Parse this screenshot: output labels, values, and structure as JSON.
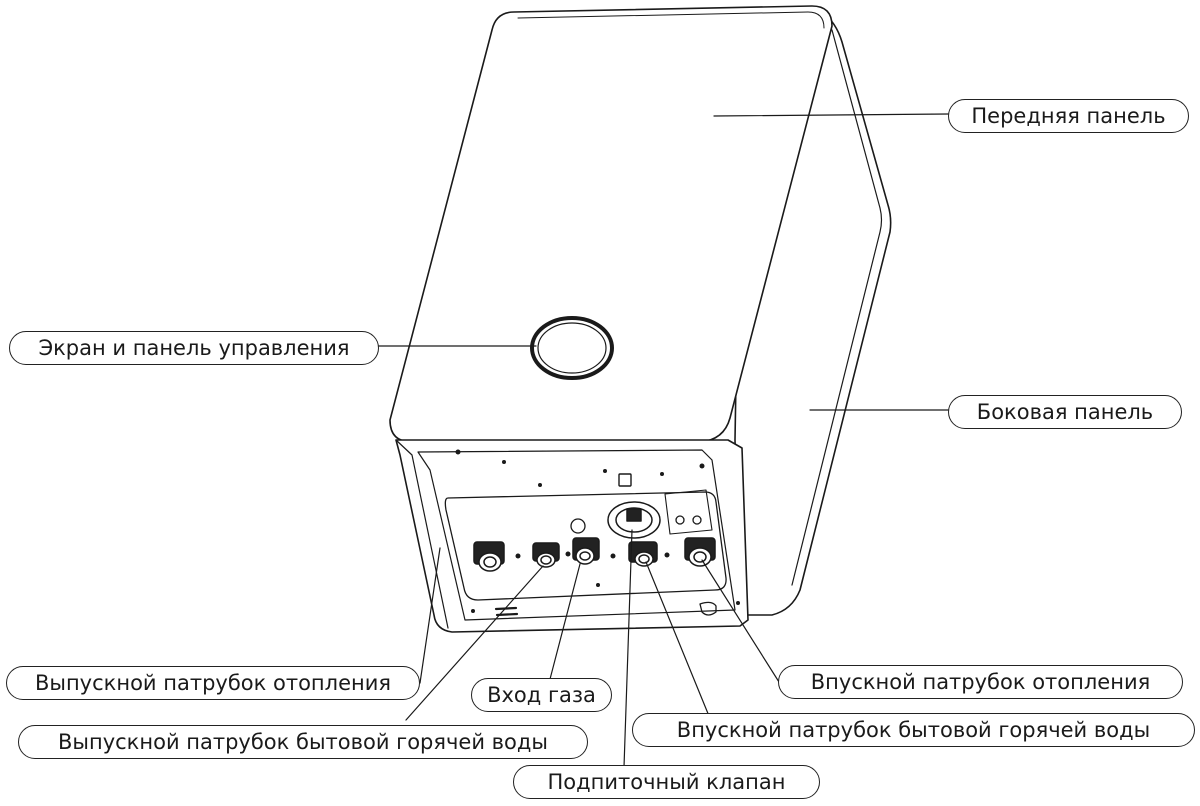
{
  "diagram": {
    "labels": {
      "front_panel": "Передняя панель",
      "control_panel": "Экран и панель управления",
      "side_panel": "Боковая панель",
      "heating_outlet": "Выпускной патрубок отопления",
      "gas_inlet": "Вход газа",
      "heating_inlet": "Впускной патрубок отопления",
      "dhw_outlet": "Выпускной патрубок бытовой горячей воды",
      "dhw_inlet": "Впускной патрубок бытовой горячей воды",
      "makeup_valve": "Подпиточный клапан"
    }
  }
}
